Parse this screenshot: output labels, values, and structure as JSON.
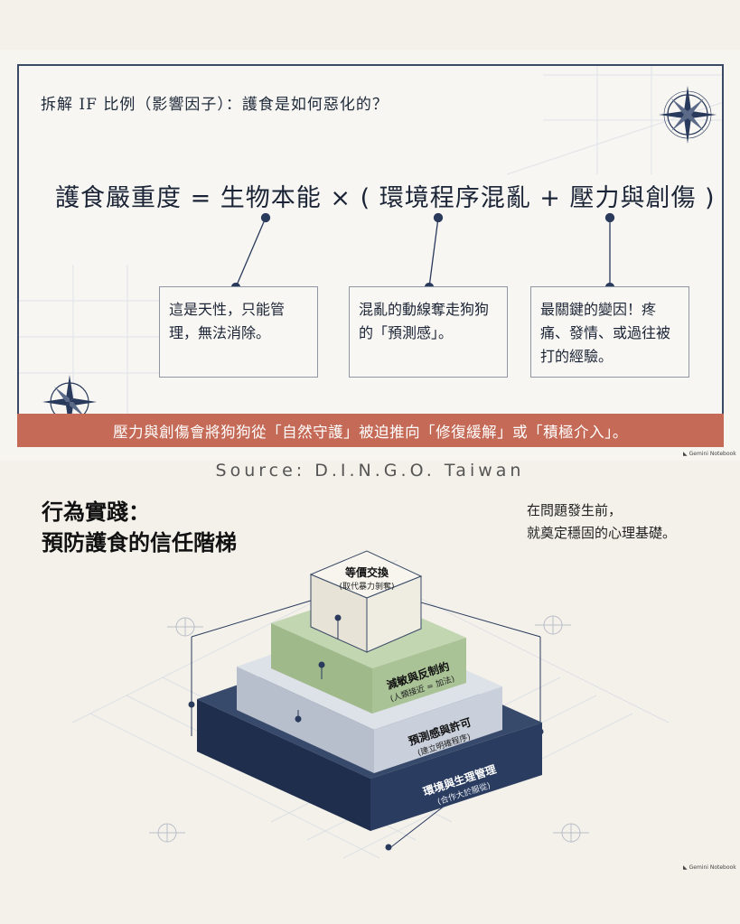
{
  "top": {
    "heading": "拆解 IF 比例（影響因子）：護食是如何惡化的？",
    "formula": "護食嚴重度 = 生物本能 × ( 環境程序混亂 + 壓力與創傷 )",
    "callouts": [
      {
        "text": "這是天性，只能管理，無法消除。"
      },
      {
        "text": "混亂的動線奪走狗狗的「預測感」。"
      },
      {
        "text": "最關鍵的變因！疼痛、發情、或過往被打的經驗。"
      }
    ],
    "banner": "壓力與創傷會將狗狗從「自然守護」被迫推向「修復緩解」或「積極介入」。",
    "brand": "Gemini Notebook"
  },
  "source": "Source: D.I.N.G.O. Taiwan",
  "bottom": {
    "title_line1": "行為實踐：",
    "title_line2": "預防護食的信任階梯",
    "subtitle_line1": "在問題發生前，",
    "subtitle_line2": "就奠定穩固的心理基礎。",
    "tiers": [
      {
        "title": "等價交換",
        "subtitle": "(取代暴力剝奪)"
      },
      {
        "title": "減敏與反制約",
        "subtitle": "(人類接近 = 加法)"
      },
      {
        "title": "預測感與許可",
        "subtitle": "(建立明確程序)"
      },
      {
        "title": "環境與生理管理",
        "subtitle": "(合作大於服從)"
      }
    ],
    "brand": "Gemini Notebook"
  },
  "colors": {
    "navy": "#2a3a5c",
    "terracotta": "#c46a56",
    "sage": "#a9c296",
    "light_blue_gray": "#c9cfdb",
    "cream": "#f4f2ea"
  }
}
